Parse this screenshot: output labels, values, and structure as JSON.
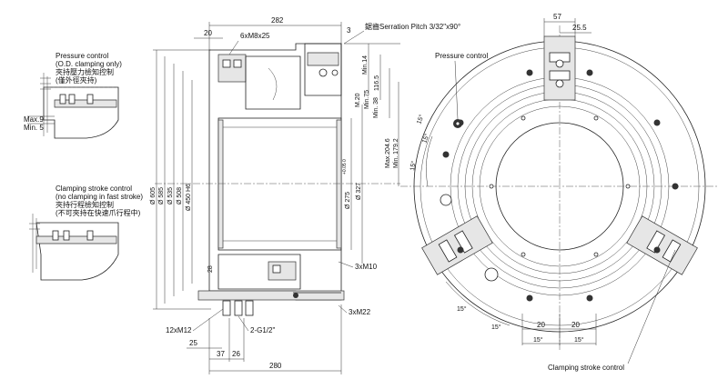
{
  "left_notes": {
    "pressure_en_1": "Pressure control",
    "pressure_en_2": "(O.D. clamping only)",
    "pressure_cn_1": "夾持壓力檢知控制",
    "pressure_cn_2": "(僅外徑夾持)",
    "max9": "Max.9",
    "min5": "Min. 5",
    "stroke_en_1": "Clamping stroke control",
    "stroke_en_2": "(no clamping in fast stroke)",
    "stroke_cn_1": "夾持行程檢知控制",
    "stroke_cn_2": "(不可夾持在快速爪行程中)"
  },
  "section": {
    "d282": "282",
    "d20": "20",
    "screws_top": "6xM8x25",
    "d3": "3",
    "serration": "鋸齒Serration Pitch 3/32\"x90°",
    "min14": "Min.14",
    "d1165": "116.5",
    "m20": "M.20",
    "min75": "Min.75",
    "min38": "Min. 38",
    "max2046": "Max.204.6",
    "min1792": "Min. 179.2",
    "phi605": "Ø 605",
    "phi585": "Ø 585",
    "phi535": "Ø 535",
    "phi508": "Ø 508",
    "phi450": "Ø 450 H6",
    "phi275": "Ø 275",
    "tol275": "+0.05 0",
    "phi327": "Ø 327",
    "d28": "28",
    "m10": "3xM10",
    "m22": "3xM22",
    "m12": "12xM12",
    "d25": "25",
    "g12": "2-G1/2\"",
    "d37": "37",
    "d26": "26",
    "d280": "280"
  },
  "front": {
    "d57": "57",
    "d255": "25.5",
    "pressure": "Pressure control",
    "a15_1": "15°",
    "a15_2": "15°",
    "a15_3": "15°",
    "a15_4": "15°",
    "a15_5": "15°",
    "a15_6": "15°",
    "a15_7": "15°",
    "d20a": "20",
    "d20b": "20",
    "stroke": "Clamping stroke control"
  }
}
